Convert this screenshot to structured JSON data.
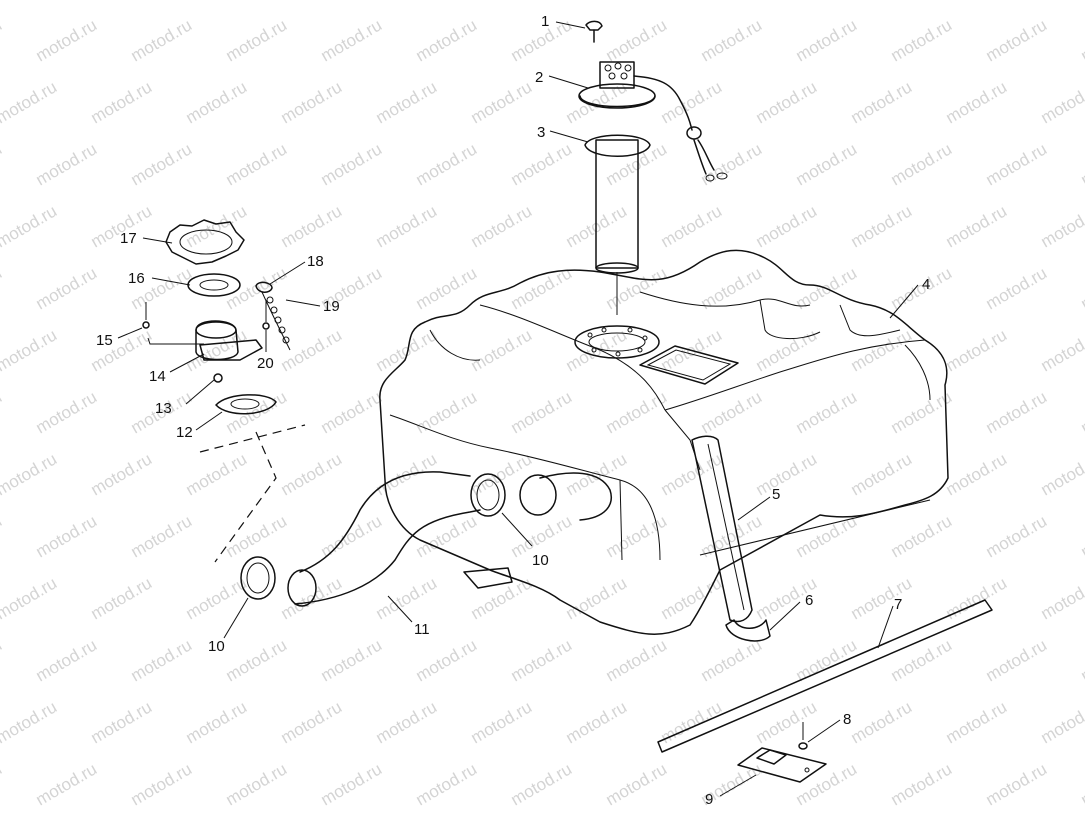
{
  "watermark": "motod.ru",
  "callouts": [
    {
      "id": "c1",
      "text": "1"
    },
    {
      "id": "c2",
      "text": "2"
    },
    {
      "id": "c3",
      "text": "3"
    },
    {
      "id": "c4",
      "text": "4"
    },
    {
      "id": "c5",
      "text": "5"
    },
    {
      "id": "c6",
      "text": "6"
    },
    {
      "id": "c7",
      "text": "7"
    },
    {
      "id": "c8",
      "text": "8"
    },
    {
      "id": "c9",
      "text": "9"
    },
    {
      "id": "c10a",
      "text": "10"
    },
    {
      "id": "c10b",
      "text": "10"
    },
    {
      "id": "c11",
      "text": "11"
    },
    {
      "id": "c12",
      "text": "12"
    },
    {
      "id": "c13",
      "text": "13"
    },
    {
      "id": "c14",
      "text": "14"
    },
    {
      "id": "c15",
      "text": "15"
    },
    {
      "id": "c16",
      "text": "16"
    },
    {
      "id": "c17",
      "text": "17"
    },
    {
      "id": "c18",
      "text": "18"
    },
    {
      "id": "c19",
      "text": "19"
    },
    {
      "id": "c20",
      "text": "20"
    }
  ]
}
